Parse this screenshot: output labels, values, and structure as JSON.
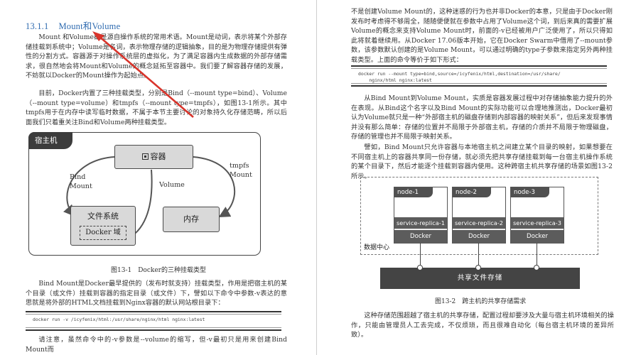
{
  "left_page": {
    "heading": {
      "number": "13.1.1",
      "title": "Mount和Volume"
    },
    "paragraphs": [
      "Mount 和Volume都是源自操作系统的常用术语。Mount是动词，表示将某个外部存储挂载到系统中；Volume是名词，表示物理存储的逻辑抽象，目的是为物理存储提供有弹性的分割方式。容器源于对操作系统层的虚拟化，为了满足容器内生成数据的外部存储需求，很自然地会将Mount和Volume的概念延拓至容器中。我们要了解容器存储的发展，不妨就以Docker的Mount操作为起始点。",
      "目前，Docker内置了三种挂载类型，分别是Bind（--mount type=bind）、Volume（--mount type=volume）和tmpfs（--mount type=tmpfs），如图13-1所示。其中tmpfs用于在内存中读写临时数据，不属于本节主要讨论的对象持久化存储范畴，所以后面我们只着重关注Bind和Volume两种挂载类型。",
      "Bind Mount是Docker最早提供的（发布时就支持）挂载类型，作用是把宿主机的某个目录（或文件）挂载到容器的指定目录（或文件）下，譬如以下命令中参数-v表达的意思就是将外部的HTML文档挂载到Nginx容器的默认网站根目录下：",
      "请注意，虽然命令中的-v参数是--volume的缩写，但-v最初只是用来创建Bind Mount而"
    ],
    "figure1": {
      "host_label": "宿主机",
      "container_label": "容器",
      "filesystem_label": "文件系统",
      "docker_domain_label": "Docker 域",
      "memory_label": "内存",
      "edge_bind": "Bind\nMount",
      "edge_bind_line1": "Bind",
      "edge_bind_line2": "Mount",
      "edge_volume": "Volume",
      "edge_tmpfs_line1": "tmpfs",
      "edge_tmpfs_line2": "Mount",
      "caption": "图13-1　Docker的三种挂载类型"
    },
    "code": "docker run -v /icyfenix/html:/usr/share/nginx/html nginx:latest"
  },
  "right_page": {
    "paragraphs": [
      "不是创建Volume Mount的，这种迷惑的行为也并非Docker的本意，只是由于Docker刚发布时考虑得不够周全，随随便便就在参数中占用了Volume这个词，到后来真的需要扩展Volume的概念来支持Volume Mount时，前面的-v已经被用户广泛使用了，所以只得如此将就着继续用。从Docker 17.06版本开始，它在Docker Swarm中借用了--mount参数，该参数默认创建的是Volume Mount，可以通过明确的type子参数来指定另外两种挂载类型。上面的命令等价于如下形式：",
      "从Bind Mount到Volume Mount，实质是容器发展过程中对存储抽象能力提升的外在表现。从Bind这个名字以及Bind Mount的实际功能可以合理地推测出，Docker最初认为Volume就只是一种“外部宿主机的磁盘存储到内部容器的映射关系”，但后来发现事情并没有那么简单：存储的位置并不局限于外部宿主机，存储的介质并不局限于物理磁盘，存储的管理也并不局限于映射关系。",
      "譬如，Bind Mount只允许容器与本地宿主机之间建立某个目录的映射，如果想要在不同宿主机上的容器共享同一份存储，就必须先把共享存储挂载到每一台宿主机操作系统的某个目录下，然后才能逐个挂载到容器内使用。这种跨宿主机共享存储的场景如图13-2所示。",
      "这种存储范围超越了宿主机的共享存储，配置过程却要涉及大量与宿主机环境相关的操作，只能由管理员人工去完成，不仅烦琐，而且很难自动化（每台宿主机环境的差异所致）。"
    ],
    "code": "docker run --mount type=bind,source=/icyfenix/html,destination=/usr/share/\n    nginx/html nginx:latest",
    "figure2": {
      "nodes": [
        {
          "name": "node-1",
          "replica": "service-replica-1",
          "runtime": "Docker"
        },
        {
          "name": "node-2",
          "replica": "service-replica-2",
          "runtime": "Docker"
        },
        {
          "name": "node-3",
          "replica": "service-replica-3",
          "runtime": "Docker"
        }
      ],
      "datacenter_label": "数据中心",
      "shared_storage_label": "共享文件存储",
      "caption": "图13-2　跨主机的共享存储需求"
    },
    "annotation_color": "#d9342b",
    "heading_color": "#2f6bb0"
  }
}
